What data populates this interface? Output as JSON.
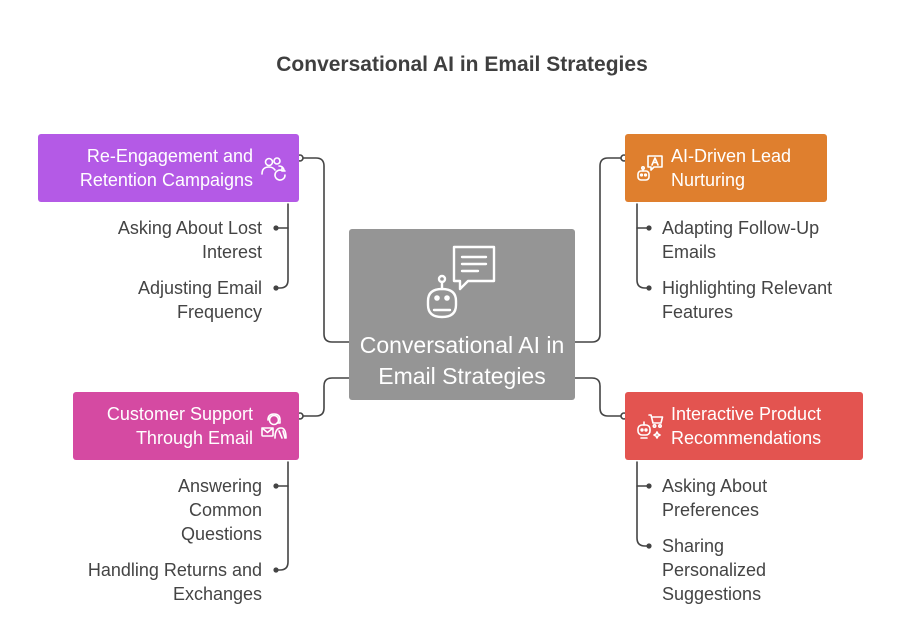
{
  "title": "Conversational AI in Email Strategies",
  "center": {
    "label": "Conversational AI in Email Strategies",
    "icon": "chatbot-icon",
    "color": "#959595"
  },
  "branches": [
    {
      "id": "reengagement",
      "label": "Re-Engagement and Retention Campaigns",
      "icon": "users-refresh-icon",
      "color": "#b45ae6",
      "leaves": [
        "Asking About Lost Interest",
        "Adjusting Email Frequency"
      ]
    },
    {
      "id": "lead-nurturing",
      "label": "AI-Driven Lead Nurturing",
      "icon": "ai-chat-bot-icon",
      "color": "#df7f2e",
      "leaves": [
        "Adapting Follow-Up Emails",
        "Highlighting Relevant Features"
      ]
    },
    {
      "id": "support",
      "label": "Customer Support Through Email",
      "icon": "support-agent-email-icon",
      "color": "#d54aa2",
      "leaves": [
        "Answering Common Questions",
        "Handling Returns and Exchanges"
      ]
    },
    {
      "id": "recommendations",
      "label": "Interactive Product Recommendations",
      "icon": "robot-cart-icon",
      "color": "#e35450",
      "leaves": [
        "Asking About Preferences",
        "Sharing Personalized Suggestions"
      ]
    }
  ]
}
